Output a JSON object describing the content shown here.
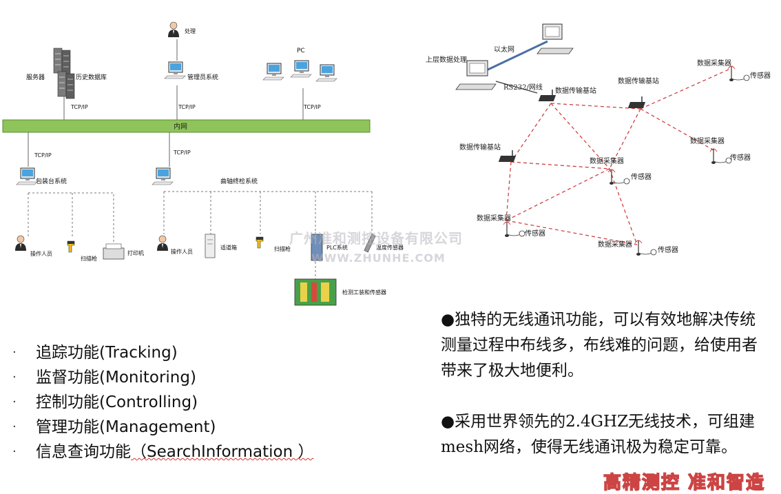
{
  "network": {
    "server": "服务器",
    "history_db": "历史数据库",
    "manager": "处理",
    "admin_system": "管理员系统",
    "pc": "PC",
    "tcpip": "TCP/IP",
    "intranet": "内网",
    "packing_system": "包装台系统",
    "crankshaft_system": "曲轴终检系统",
    "operator": "操作人员",
    "scanner": "扫描枪",
    "printer": "打印机",
    "mux": "适道箱",
    "plc": "PLC系统",
    "temp_sensor": "温度传感器",
    "fixture": "检测工装和传感器"
  },
  "wireless": {
    "upper": "上层数据处理",
    "ethernet": "以太网",
    "rs232": "RS232/网线",
    "base_station": "数据传输基站",
    "collector": "数据采集器",
    "sensor": "传感器"
  },
  "watermark": {
    "cn": "广州准和测控设备有限公司",
    "en": "WWW.ZHUNHE.COM"
  },
  "features": {
    "items": [
      {
        "cn": "追踪功能",
        "en": "(Tracking)"
      },
      {
        "cn": "监督功能",
        "en": "(Monitoring)"
      },
      {
        "cn": "控制功能",
        "en": "(Controlling)"
      },
      {
        "cn": "管理功能",
        "en": "(Management)"
      },
      {
        "cn": "信息查询功能",
        "en": "（SearchInformation ）"
      }
    ]
  },
  "description": {
    "p1": "●独特的无线通讯功能，可以有效地解决传统测量过程中布线多，布线难的问题，给使用者带来了极大地便利。",
    "p2": "●采用世界领先的2.4GHZ无线技术，可组建mesh网络，使得无线通讯极为稳定可靠。"
  },
  "brand": "高精测控 准和智造",
  "colors": {
    "intranet_bar": "#8fc45a",
    "mesh_link": "#cc3333"
  }
}
